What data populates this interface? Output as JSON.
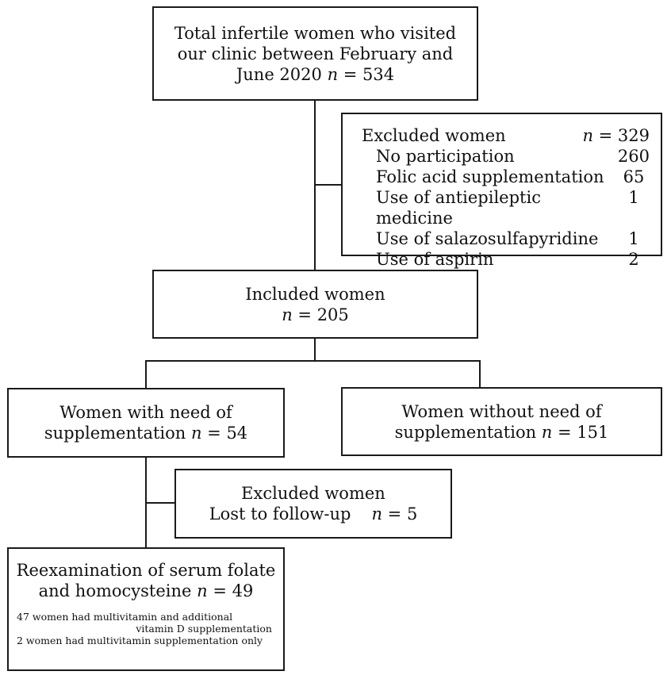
{
  "total_box": {
    "line1": "Total infertile women who visited",
    "line2": "our clinic between February and",
    "line3_prefix": "June 2020 ",
    "n_label": "n",
    "n_value": " = 534"
  },
  "excluded_box": {
    "title": "Excluded women",
    "n_label": "n",
    "n_value": " = 329",
    "items": [
      {
        "label": "No participation",
        "value": "260"
      },
      {
        "label": "Folic acid supplementation",
        "value": "65"
      },
      {
        "label": "Use of antiepileptic medicine",
        "value": "1"
      },
      {
        "label": "Use of salazosulfapyridine",
        "value": "1"
      },
      {
        "label": "Use of aspirin",
        "value": "2"
      }
    ]
  },
  "included_box": {
    "title": "Included women",
    "n_label": "n",
    "n_value": " = 205"
  },
  "need_box": {
    "line1": "Women with need of",
    "line2_prefix": "supplementation ",
    "n_label": "n",
    "n_value": " = 54"
  },
  "no_need_box": {
    "line1": "Women without need of",
    "line2_prefix": "supplementation ",
    "n_label": "n",
    "n_value": " = 151"
  },
  "lost_box": {
    "title": "Excluded women",
    "line2_prefix": "Lost to follow-up",
    "n_label": "n",
    "n_value": " = 5"
  },
  "reexam_box": {
    "line1": "Reexamination of serum folate",
    "line2_prefix": "and homocysteine ",
    "n_label": "n",
    "n_value": " = 49",
    "note1": "47 women had multivitamin and additional",
    "note2": "vitamin D supplementation",
    "note3": "2 women had multivitamin supplementation only"
  }
}
